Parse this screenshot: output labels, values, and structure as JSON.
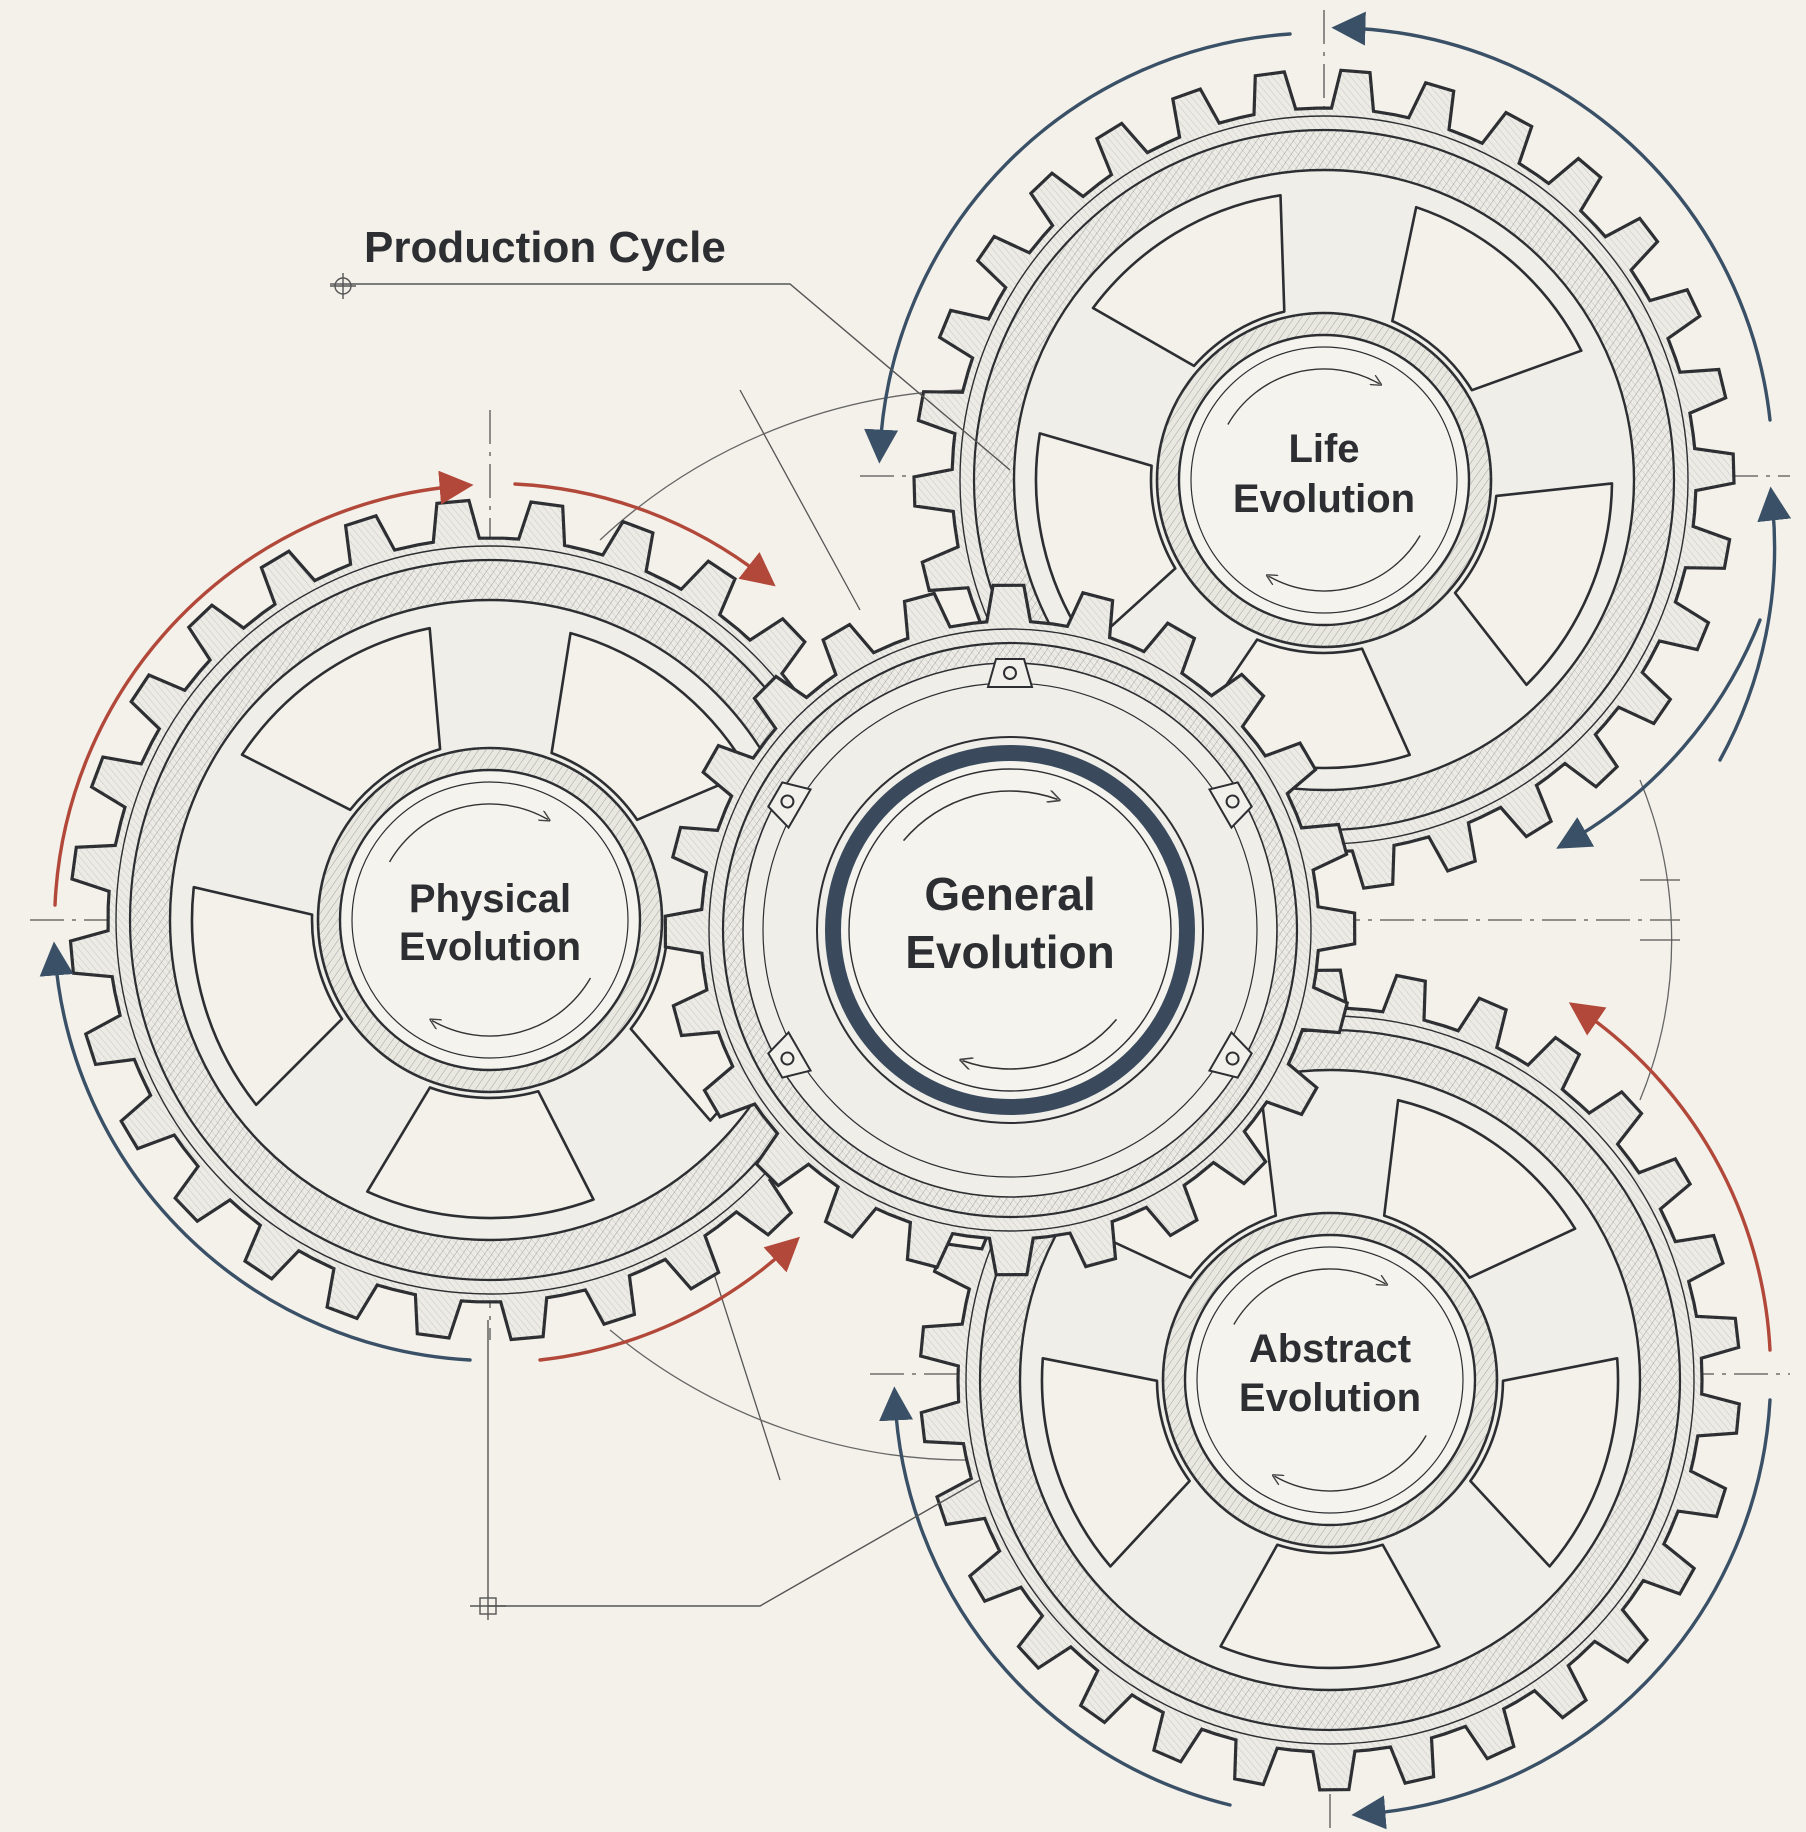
{
  "callouts": [
    {
      "id": "production-cycle",
      "label": "Production Cycle"
    }
  ],
  "gears": [
    {
      "id": "general-evolution",
      "label_line1": "General",
      "label_line2": "Evolution"
    },
    {
      "id": "physical-evolution",
      "label_line1": "Physical",
      "label_line2": "Evolution"
    },
    {
      "id": "life-evolution",
      "label_line1": "Life",
      "label_line2": "Evolution"
    },
    {
      "id": "abstract-evolution",
      "label_line1": "Abstract",
      "label_line2": "Evolution"
    }
  ],
  "colors": {
    "background": "#f3f1ea",
    "ink": "#2c2e32",
    "blue_arrow": "#3a5066",
    "red_arrow": "#b2483a",
    "central_ring": "#3a4a5c"
  }
}
